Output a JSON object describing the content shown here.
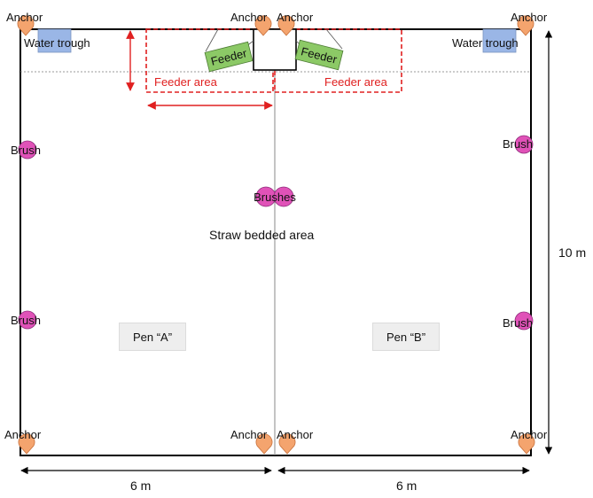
{
  "colors": {
    "anchor": "#f4a46e",
    "anchor_stroke": "#c8703a",
    "brush": "#e052b8",
    "brush_stroke": "#8e2c7a",
    "trough": "#9ab6e6",
    "feeder": "#8cc966",
    "feeder_area": "#e02020"
  },
  "labels": {
    "anchor": "Anchor",
    "water_trough": "Water trough",
    "feeder": "Feeder",
    "feeder_area": "Feeder area",
    "brush": "Brush",
    "brushes": "Brushes",
    "straw": "Straw bedded area",
    "pen_a": "Pen “A”",
    "pen_b": "Pen “B”",
    "dim_width": "6 m",
    "dim_height": "10 m"
  }
}
